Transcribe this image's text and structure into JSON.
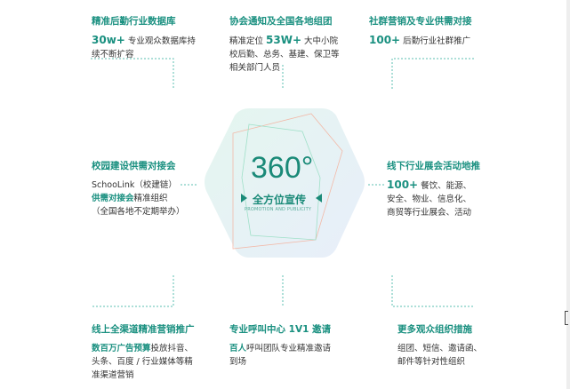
{
  "center": {
    "degree": "360°",
    "title": "全方位宣传",
    "subtitle": "PROMOTION AND PUBLICITY"
  },
  "tl": {
    "title": "精准后勤行业数据库",
    "num": "30w+",
    "text": " 专业观众数据库持续不断扩容"
  },
  "tm": {
    "title": "协会通知及全国各地组团",
    "pre": "精准定位 ",
    "num": "53W+",
    "text": " 大中小院校后勤、总务、基建、保卫等相关部门人员"
  },
  "tr": {
    "title": "社群营销及专业供需对接",
    "num": "100+",
    "text": " 后勤行业社群推广"
  },
  "ml": {
    "title": "校园建设供需对接会",
    "l1": "SchooLink（校建链）",
    "hl": "供需对接会",
    "l2": "精准组织",
    "l3": "（全国各地不定期举办）"
  },
  "mr": {
    "title": "线下行业展会活动地推",
    "num": "100+",
    "text": " 餐饮、能源、安全、物业、信息化、商贸等行业展会、活动"
  },
  "bl": {
    "title": "线上全渠道精准营销推广",
    "hl": "数百万广告预算",
    "text": "投放抖音、头条、百度 / 行业媒体等精准渠道营销"
  },
  "bm": {
    "title": "专业呼叫中心 1V1 邀请",
    "hl": "百人",
    "text": "呼叫团队专业精准邀请到场"
  },
  "br": {
    "title": "更多观众组织措施",
    "text": "组团、短信、邀请函、邮件等针对性组织"
  },
  "colors": {
    "accent": "#1a9080",
    "dash": "#5bbfb0"
  }
}
